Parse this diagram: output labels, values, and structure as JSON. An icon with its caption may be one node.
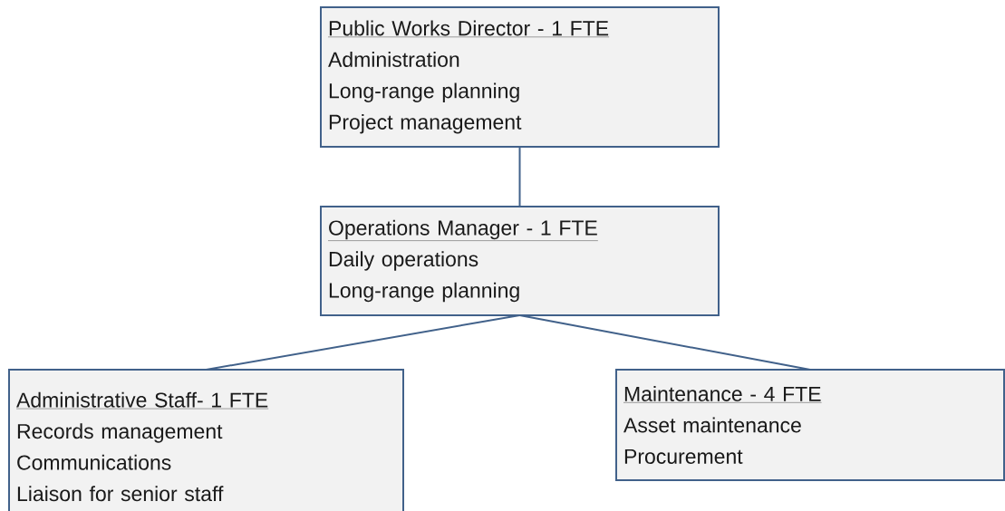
{
  "diagram": {
    "nodes": [
      {
        "text": [
          "Public Works Director - 1 FTE",
          "Administration",
          "Long-range planning",
          "Project management"
        ]
      },
      {
        "text": [
          "Operations Manager - 1 FTE",
          "Daily operations",
          "Long-range planning"
        ]
      },
      {
        "text": [
          "Administrative Staff- 1 FTE",
          "Records management",
          "Communications",
          "Liaison for senior staff"
        ]
      },
      {
        "text": [
          "Maintenance - 4 FTE",
          "Asset maintenance",
          "Procurement"
        ]
      }
    ],
    "edges": [
      {
        "from": 0,
        "to": 1,
        "arrow": "none"
      },
      {
        "from": 1,
        "to": 2,
        "arrow": "none"
      },
      {
        "from": 1,
        "to": 3,
        "arrow": "none"
      }
    ]
  }
}
